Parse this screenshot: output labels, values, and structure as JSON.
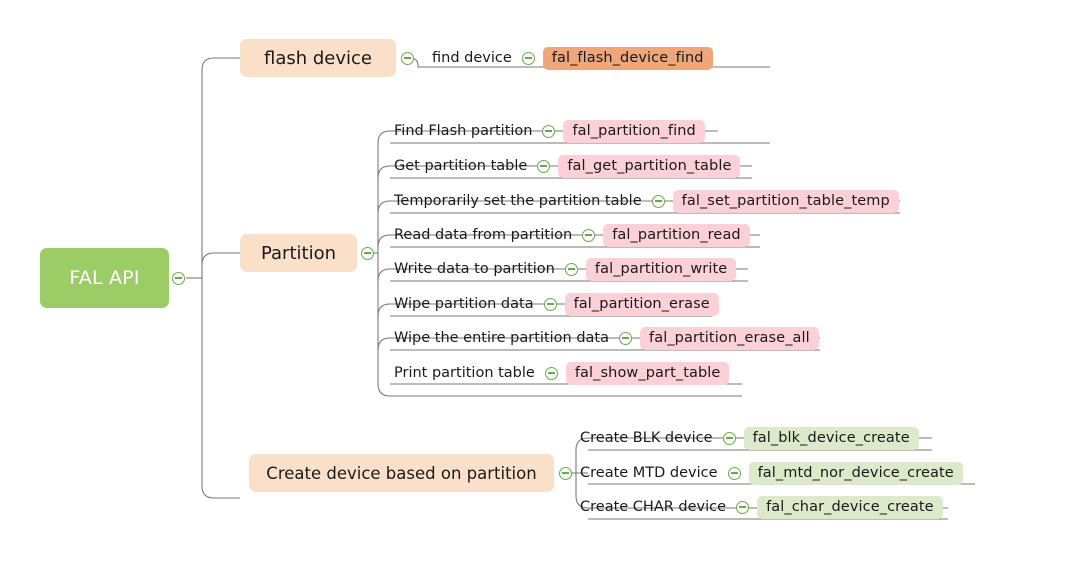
{
  "diagram": {
    "type": "mind-map",
    "title": "FAL API",
    "background": "#ffffff",
    "colors": {
      "root_fill": "#9ccc65",
      "root_text": "#ffffff",
      "branch_fill": "#fae0c8",
      "badge_orange": "#eda77a",
      "badge_pink": "#fbd0d6",
      "badge_green": "#dceacb",
      "connector": "#7a7a7a",
      "toggle_stroke": "#6aa84f"
    },
    "root": {
      "label": "FAL API"
    },
    "branches": [
      {
        "label": "flash device",
        "badge_color": "badge-orange",
        "leaves": [
          {
            "label": "find device",
            "api": "fal_flash_device_find"
          }
        ]
      },
      {
        "label": "Partition",
        "badge_color": "badge-pink",
        "leaves": [
          {
            "label": "Find Flash partition",
            "api": "fal_partition_find"
          },
          {
            "label": "Get partition table",
            "api": "fal_get_partition_table"
          },
          {
            "label": "Temporarily set the partition table",
            "api": "fal_set_partition_table_temp"
          },
          {
            "label": "Read data from partition",
            "api": "fal_partition_read"
          },
          {
            "label": "Write data to partition",
            "api": "fal_partition_write"
          },
          {
            "label": "Wipe partition data",
            "api": "fal_partition_erase"
          },
          {
            "label": "Wipe the entire partition data",
            "api": "fal_partition_erase_all"
          },
          {
            "label": "Print partition table",
            "api": "fal_show_part_table"
          }
        ]
      },
      {
        "label": "Create device based on partition",
        "badge_color": "badge-green",
        "leaves": [
          {
            "label": "Create BLK device",
            "api": "fal_blk_device_create"
          },
          {
            "label": "Create MTD device",
            "api": "fal_mtd_nor_device_create"
          },
          {
            "label": "Create CHAR device",
            "api": "fal_char_device_create"
          }
        ]
      }
    ],
    "toggles": {
      "icon": "collapse-minus-icon",
      "count": 15
    }
  }
}
